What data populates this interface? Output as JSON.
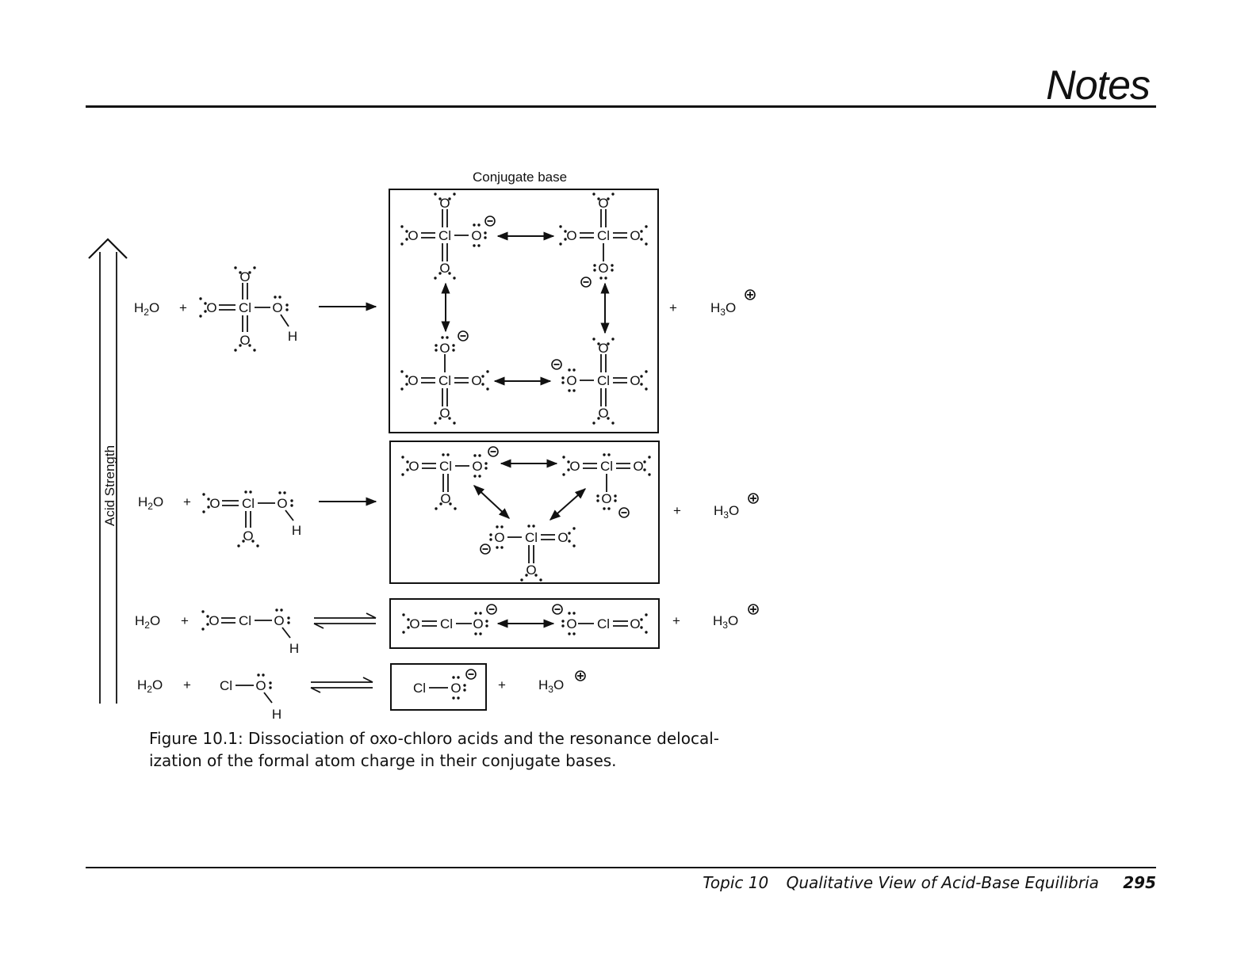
{
  "header": {
    "title": "Notes"
  },
  "figure": {
    "conjugate_base_label": "Conjugate base",
    "acid_strength_label": "Acid Strength",
    "water": "H2O",
    "hydronium": "H3O",
    "plus": "+",
    "hydrogen": "H",
    "oxygen": "O",
    "chlorine": "Cl",
    "rows": [
      {
        "acid": "HClO4"
      },
      {
        "acid": "HClO3"
      },
      {
        "acid": "HClO2"
      },
      {
        "acid": "HClO"
      }
    ]
  },
  "caption": {
    "line1": "Figure 10.1: Dissociation of oxo-chloro acids and the resonance delocal-",
    "line2": "ization of the formal atom charge in their conjugate bases."
  },
  "footer": {
    "topic": "Topic 10",
    "chapter": "Qualitative View of Acid-Base Equilibria",
    "page": "295"
  }
}
